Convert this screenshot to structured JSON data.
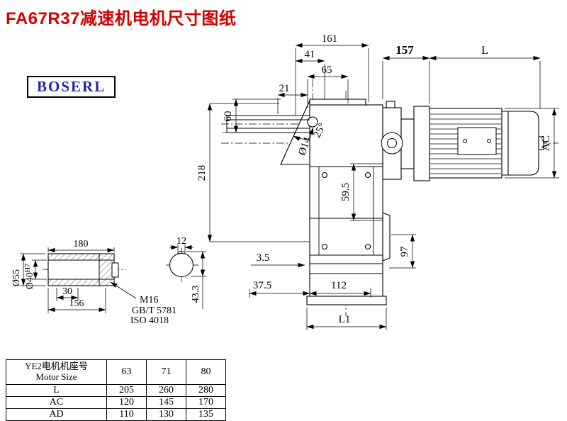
{
  "title": "FA67R37减速机电机尺寸图纸",
  "logo": "BOSERL",
  "colors": {
    "title_red": "#d40000",
    "logo_blue": "#2626a8",
    "line": "#000000"
  },
  "drawing": {
    "dims": {
      "d161": "161",
      "d41": "41",
      "d65": "65",
      "d21": "21",
      "d60": "60",
      "d218": "218",
      "d_hole": "Ø14",
      "d_angle": "25°",
      "d59_5": "59.5",
      "d97": "97",
      "d3_5": "3.5",
      "d37_5": "37.5",
      "d112": "112",
      "dL1": "L1",
      "d157": "157",
      "dL": "L",
      "dAC": "AC"
    },
    "shaft": {
      "d180": "180",
      "d12": "12",
      "d55": "Ø55",
      "d40_base": "Ø40",
      "d40_tol": "H7",
      "d30": "30",
      "d156": "156",
      "bolt": "M16",
      "std1": "GB/T 5781",
      "std2": "ISO 4018",
      "d43_3": "43.3"
    }
  },
  "table": {
    "header": {
      "line1": "YE2电机机座号",
      "line2": "Motor Size"
    },
    "sizes": [
      "63",
      "71",
      "80"
    ],
    "rows": [
      {
        "label": "L",
        "values": [
          "205",
          "260",
          "280"
        ]
      },
      {
        "label": "AC",
        "values": [
          "120",
          "145",
          "170"
        ]
      },
      {
        "label": "AD",
        "values": [
          "110",
          "130",
          "135"
        ]
      }
    ]
  }
}
